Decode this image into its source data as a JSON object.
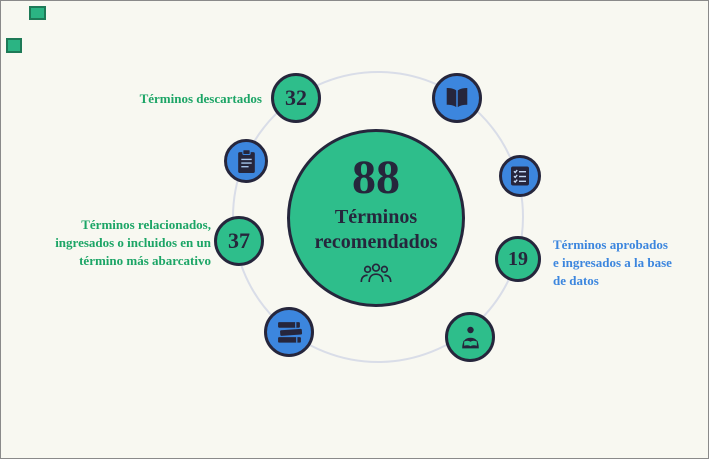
{
  "colors": {
    "background": "#F8F8F1",
    "green_circle": "#2EBE8B",
    "blue_circle": "#3C86DE",
    "dark_outline": "#26263C",
    "label_green": "#1CA566",
    "label_blue": "#3C86DE",
    "ring": "#D9DDE8"
  },
  "center": {
    "value": "88",
    "title": "Términos\nrecomendados"
  },
  "nodes": {
    "discarded": {
      "value": "32"
    },
    "related": {
      "value": "37"
    },
    "approved": {
      "value": "19"
    }
  },
  "labels": {
    "discarded": "Términos descartados",
    "related": "Términos relacionados,\ningresados o incluidos en un\ntérmino más abarcativo",
    "approved": "Términos aprobados\ne ingresados a la base\nde datos"
  },
  "icons": {
    "center": "people-group-icon",
    "top_right": "open-book-icon",
    "right": "checklist-icon",
    "bottom_right": "reading-person-icon",
    "bottom_left": "books-stack-icon",
    "upper_left": "clipboard-icon"
  }
}
